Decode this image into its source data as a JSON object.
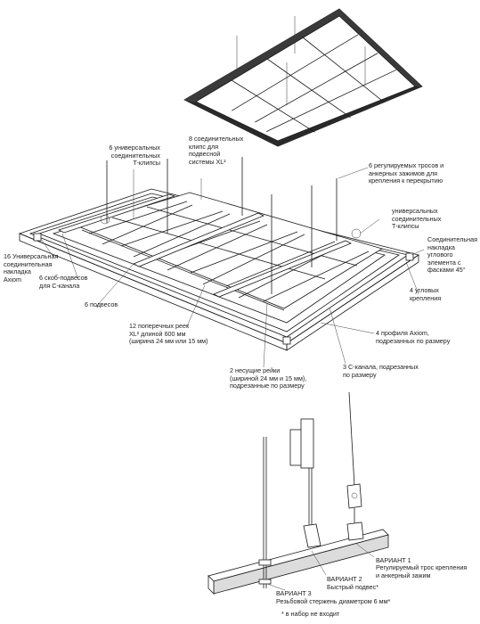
{
  "labels": {
    "t_clips_top": "6 универсальных\nсоединительных\nT-клипсы",
    "clips_xl2": "8 соединительных\nклипс для\nподвесной\nсистемы XL²",
    "cables": "6 регулируемых тросов и\nанкерных зажимов для\nкрепления к перекрытию",
    "t_clips_right": "универсальных\nсоединительных\nT-клипсы",
    "corner_overlay": "Соединительная\nнакладка\nуглового\nэлемента с\nфасками 45°",
    "axiom_overlay": "16  Универсальная\nсоединительная\nнакладка\nAxiom",
    "c_brackets": "6 скоб-подвесов\nдля С-канала",
    "corner_brackets": "4 угловых\nкрепления",
    "hangers": "6 подвесов",
    "cross_tees": "12 поперечных реек\nXL²  длиной  600 мм\n(ширина 24 мм или 15 мм)",
    "axiom_profiles": "4 профиля Axiom,\nподрезанных по размеру",
    "main_runners": "2 несущие рейки\n(шириной 24 мм и 15 мм),\nподрезанные по размеру",
    "c_channels": "3 С-канала, подрезанных\nпо размеру",
    "variant1_title": "ВАРИАНТ 1",
    "variant1_text": "Регулируемый трос крепления\nи анкерный зажим",
    "variant2_title": "ВАРИАНТ 2",
    "variant2_text": "Быстрый подвес*",
    "variant3_title": "ВАРИАНТ 3",
    "variant3_text": "Резьбовой стержень диаметром 6 мм*",
    "footnote": "* в набор не входит"
  }
}
